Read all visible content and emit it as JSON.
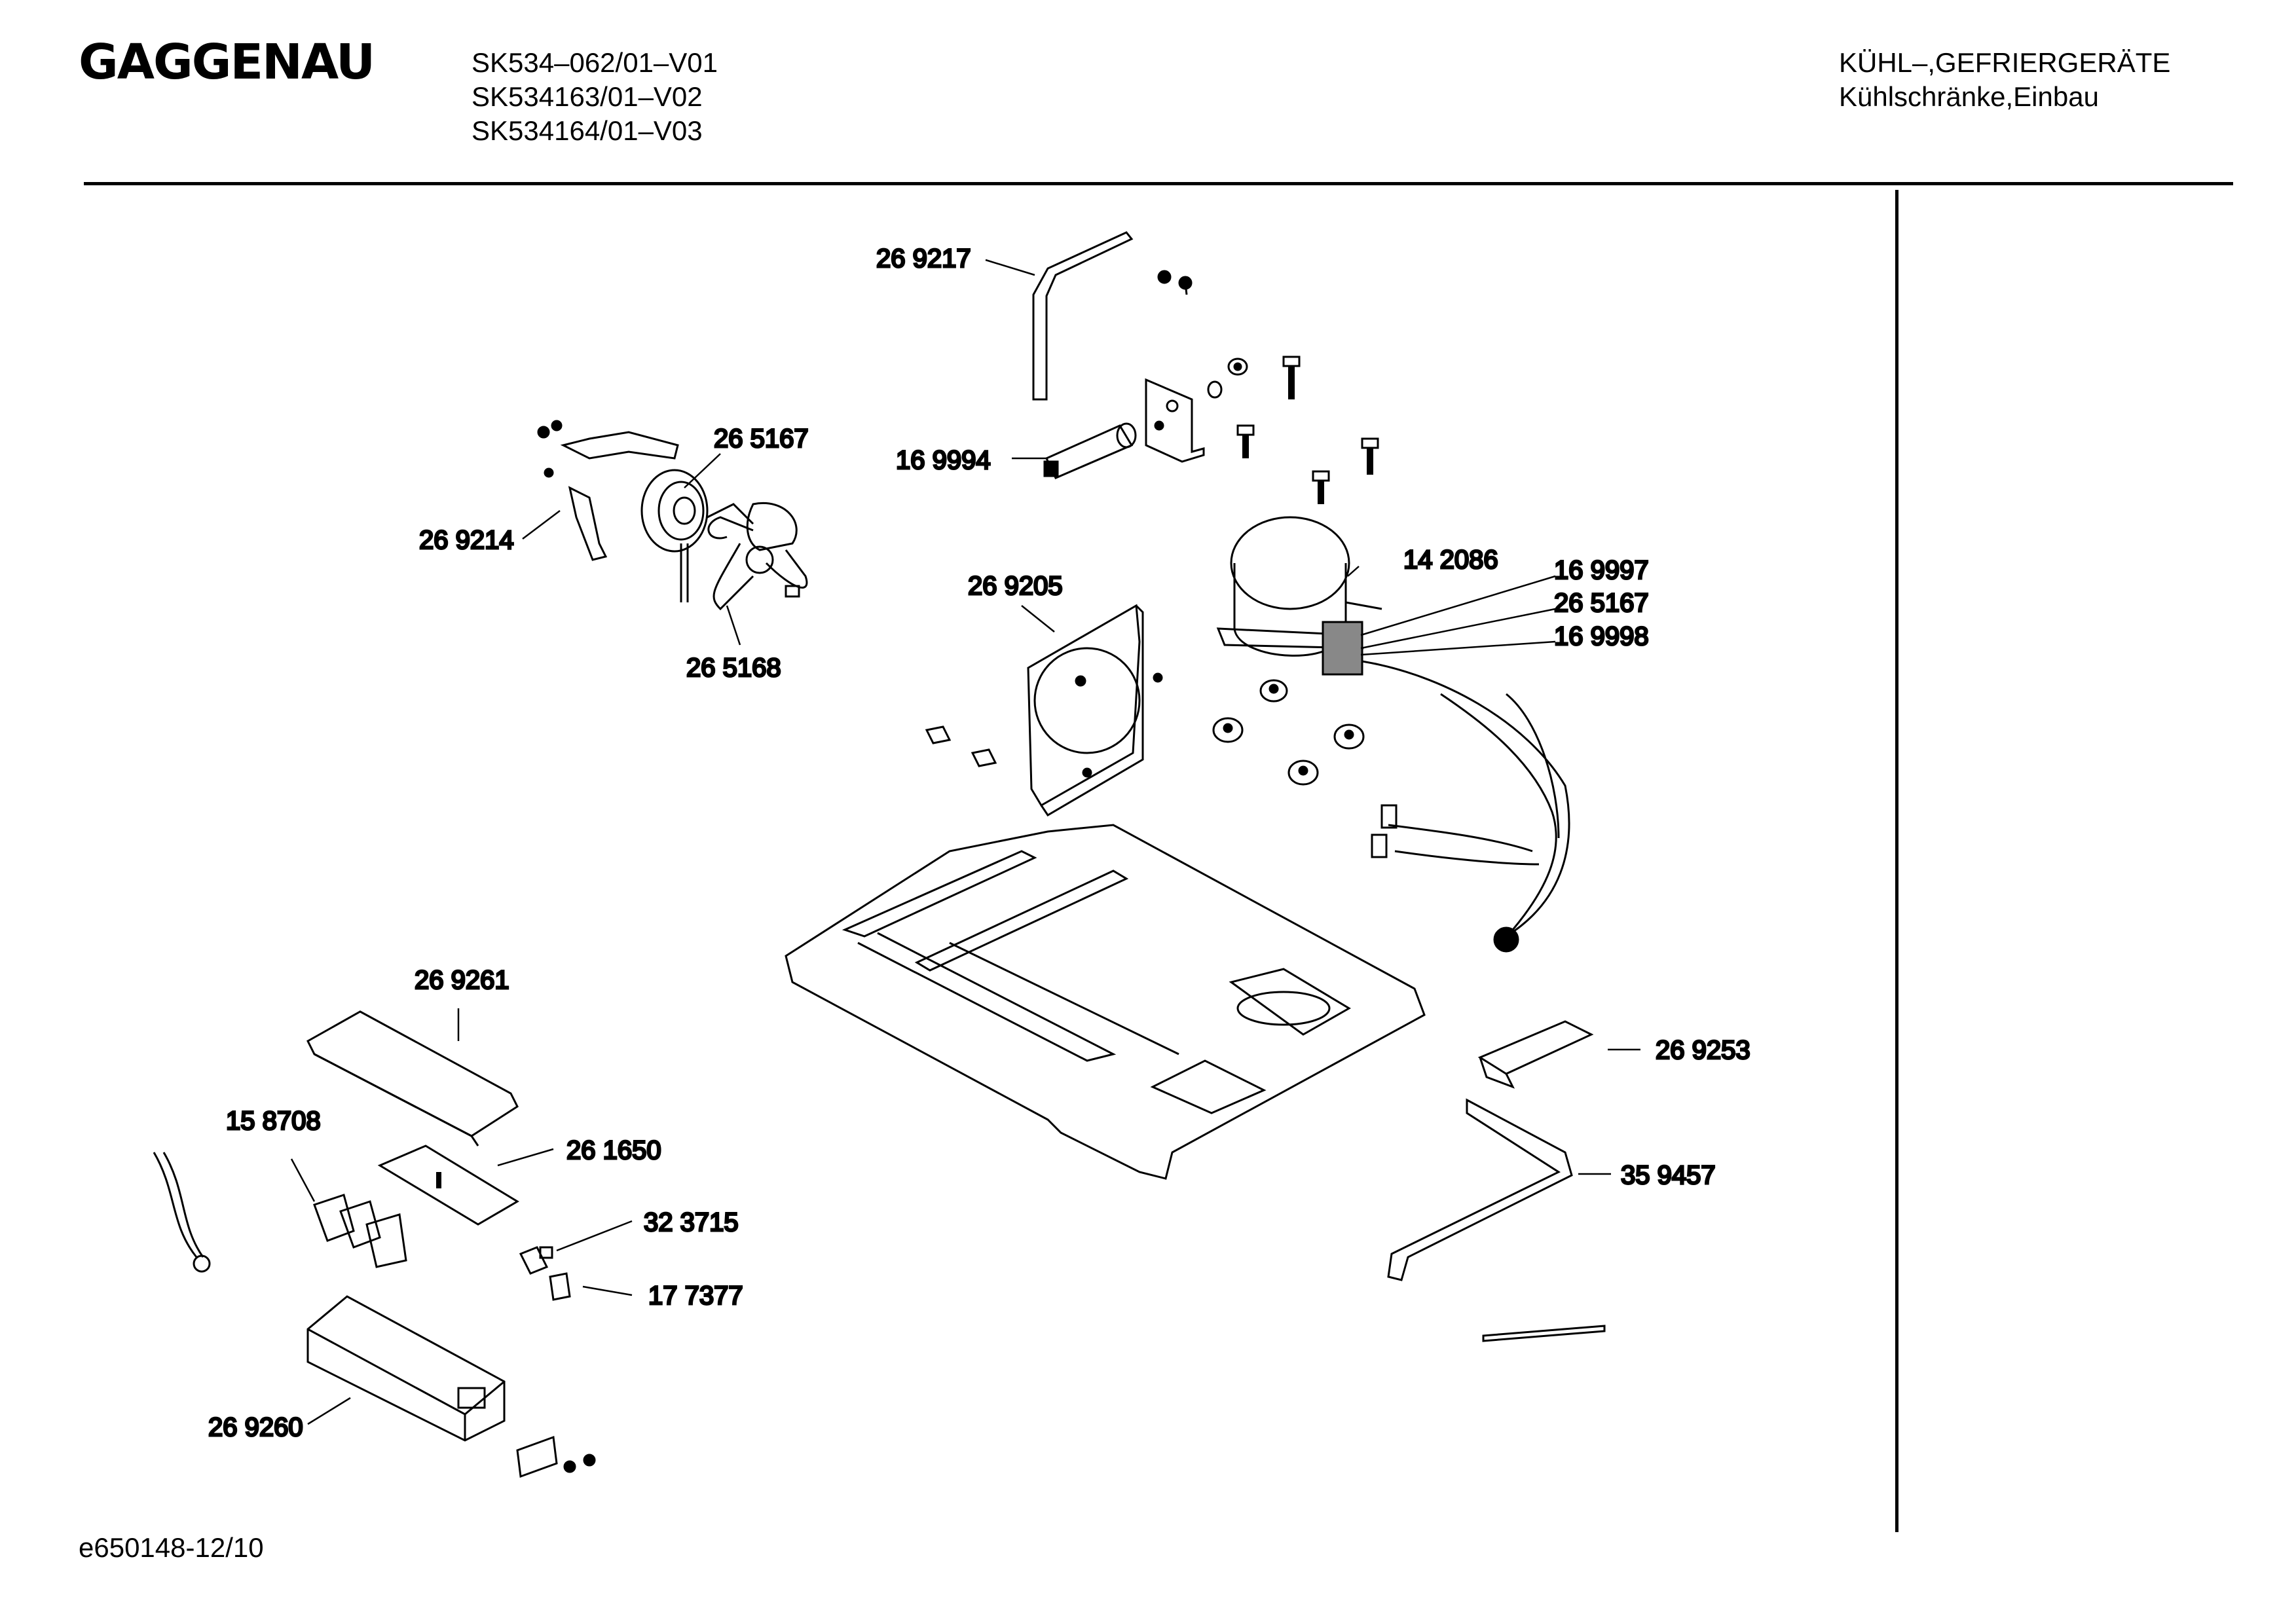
{
  "header": {
    "brand_logo_text": "GAGGENAU",
    "model_lines": [
      "SK534–062/01–V01",
      "SK534163/01–V02",
      "SK534164/01–V03"
    ],
    "category_lines": [
      "KÜHL–,GEFRIERGERÄTE",
      "Kühlschränke,Einbau"
    ]
  },
  "parts": [
    {
      "id": "p1",
      "label": "26 9217"
    },
    {
      "id": "p2",
      "label": "16 9994"
    },
    {
      "id": "p3",
      "label": "26 5167"
    },
    {
      "id": "p4",
      "label": "26 9214"
    },
    {
      "id": "p5",
      "label": "26 5168"
    },
    {
      "id": "p6",
      "label": "26 9205"
    },
    {
      "id": "p7",
      "label": "14 2086"
    },
    {
      "id": "p8",
      "label": "16 9997"
    },
    {
      "id": "p9",
      "label": "26 5167"
    },
    {
      "id": "p10",
      "label": "16 9998"
    },
    {
      "id": "p11",
      "label": "26 9261"
    },
    {
      "id": "p12",
      "label": "15 8708"
    },
    {
      "id": "p13",
      "label": "26 1650"
    },
    {
      "id": "p14",
      "label": "32 3715"
    },
    {
      "id": "p15",
      "label": "17 7377"
    },
    {
      "id": "p16",
      "label": "26 9260"
    },
    {
      "id": "p17",
      "label": "26 9253"
    },
    {
      "id": "p18",
      "label": "35 9457"
    }
  ],
  "footer": {
    "code": "e650148-12/10"
  }
}
